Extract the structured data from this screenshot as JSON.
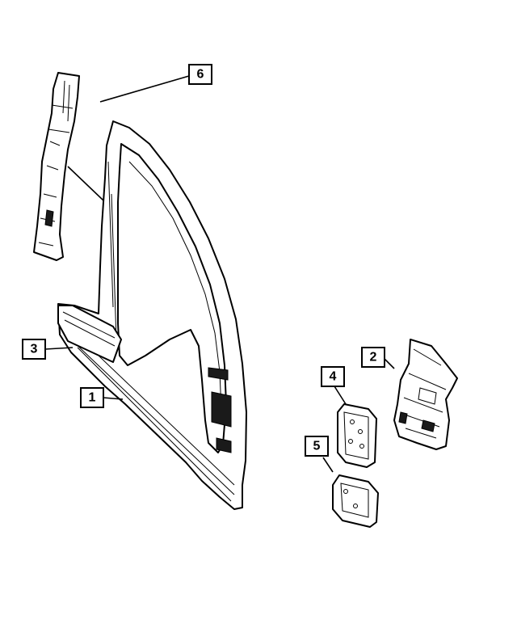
{
  "header_text": "",
  "footer_text": "",
  "callouts": [
    {
      "id": "1",
      "label": "1"
    },
    {
      "id": "2",
      "label": "2"
    },
    {
      "id": "3",
      "label": "3"
    },
    {
      "id": "4",
      "label": "4"
    },
    {
      "id": "5",
      "label": "5"
    },
    {
      "id": "6",
      "label": "6"
    }
  ],
  "colors": {
    "line": "#000000",
    "background": "#ffffff"
  }
}
